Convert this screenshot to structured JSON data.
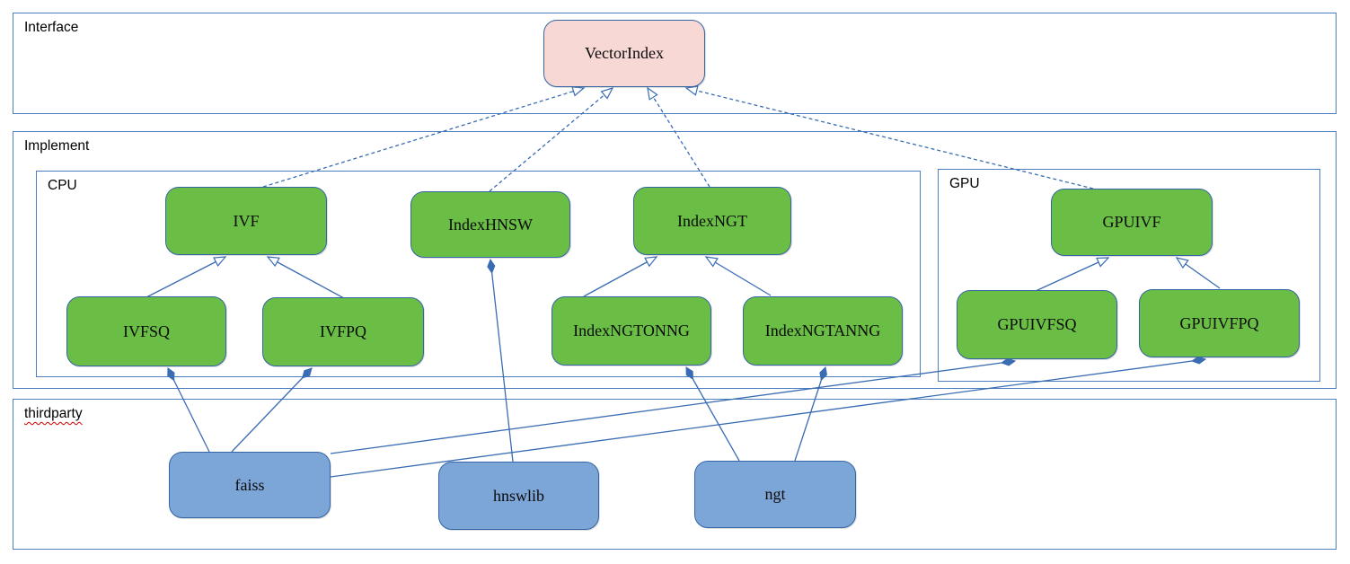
{
  "diagram": {
    "sections": {
      "interface": {
        "label": "Interface"
      },
      "implement": {
        "label": "Implement"
      },
      "cpu": {
        "label": "CPU"
      },
      "gpu": {
        "label": "GPU"
      },
      "thirdparty": {
        "label": "thirdparty"
      }
    },
    "nodes": {
      "vectorindex": {
        "label": "VectorIndex",
        "group": "interface"
      },
      "ivf": {
        "label": "IVF",
        "group": "cpu"
      },
      "indexhnsw": {
        "label": "IndexHNSW",
        "group": "cpu"
      },
      "indexngt": {
        "label": "IndexNGT",
        "group": "cpu"
      },
      "ivfsq": {
        "label": "IVFSQ",
        "group": "cpu"
      },
      "ivfpq": {
        "label": "IVFPQ",
        "group": "cpu"
      },
      "indexngtonng": {
        "label": "IndexNGTONNG",
        "group": "cpu"
      },
      "indexngtanng": {
        "label": "IndexNGTANNG",
        "group": "cpu"
      },
      "gpuivf": {
        "label": "GPUIVF",
        "group": "gpu"
      },
      "gpuivfsq": {
        "label": "GPUIVFSQ",
        "group": "gpu"
      },
      "gpuivfpq": {
        "label": "GPUIVFPQ",
        "group": "gpu"
      },
      "faiss": {
        "label": "faiss",
        "group": "thirdparty"
      },
      "hnswlib": {
        "label": "hnswlib",
        "group": "thirdparty"
      },
      "ngt": {
        "label": "ngt",
        "group": "thirdparty"
      }
    },
    "edges": [
      {
        "from": "IVF",
        "to": "VectorIndex",
        "type": "realization"
      },
      {
        "from": "IndexHNSW",
        "to": "VectorIndex",
        "type": "realization"
      },
      {
        "from": "IndexNGT",
        "to": "VectorIndex",
        "type": "realization"
      },
      {
        "from": "GPUIVF",
        "to": "VectorIndex",
        "type": "realization"
      },
      {
        "from": "IVFSQ",
        "to": "IVF",
        "type": "inheritance"
      },
      {
        "from": "IVFPQ",
        "to": "IVF",
        "type": "inheritance"
      },
      {
        "from": "IndexNGTONNG",
        "to": "IndexNGT",
        "type": "inheritance"
      },
      {
        "from": "IndexNGTANNG",
        "to": "IndexNGT",
        "type": "inheritance"
      },
      {
        "from": "GPUIVFSQ",
        "to": "GPUIVF",
        "type": "inheritance"
      },
      {
        "from": "GPUIVFPQ",
        "to": "GPUIVF",
        "type": "inheritance"
      },
      {
        "from": "faiss",
        "to": "IVFSQ",
        "type": "composition"
      },
      {
        "from": "faiss",
        "to": "IVFPQ",
        "type": "composition"
      },
      {
        "from": "faiss",
        "to": "GPUIVFSQ",
        "type": "composition"
      },
      {
        "from": "faiss",
        "to": "GPUIVFPQ",
        "type": "composition"
      },
      {
        "from": "hnswlib",
        "to": "IndexHNSW",
        "type": "composition"
      },
      {
        "from": "ngt",
        "to": "IndexNGTONNG",
        "type": "composition"
      },
      {
        "from": "ngt",
        "to": "IndexNGTANNG",
        "type": "composition"
      }
    ],
    "colors": {
      "interface_fill": "#f7d8d4",
      "implement_fill": "#6abe45",
      "thirdparty_fill": "#7da6d8",
      "node_border": "#3465a4",
      "connector": "#3a6cb3",
      "section_border": "#4d7ebf",
      "spellcheck_underline": "#cc0000"
    }
  }
}
